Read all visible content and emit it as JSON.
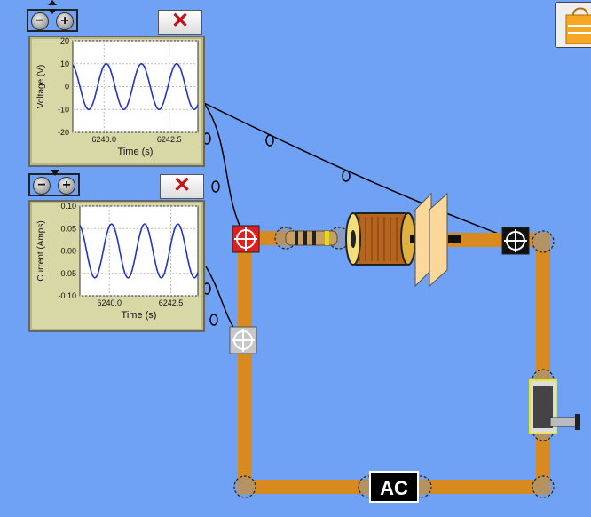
{
  "voltage_chart": {
    "type": "line",
    "ylabel": "Voltage (V)",
    "xlabel": "Time (s)",
    "yticks": [
      "20",
      "10",
      "0",
      "-10",
      "-20"
    ],
    "ytick_values": [
      20,
      10,
      0,
      -10,
      -20
    ],
    "xticks": [
      "6240.0",
      "6242.5"
    ],
    "xtick_values": [
      6240.0,
      6242.5
    ],
    "ylim": [
      -20,
      20
    ],
    "xlim": [
      6238.8,
      6243.6
    ],
    "amplitude": 10,
    "period": 1.35,
    "color": "#2233cc"
  },
  "current_chart": {
    "type": "line",
    "ylabel": "Current (Amps)",
    "xlabel": "Time (s)",
    "yticks": [
      "0.10",
      "0.05",
      "0.00",
      "-0.05",
      "-0.10"
    ],
    "ytick_values": [
      0.1,
      0.05,
      0.0,
      -0.05,
      -0.1
    ],
    "xticks": [
      "6240.0",
      "6242.5"
    ],
    "xtick_values": [
      6240.0,
      6242.5
    ],
    "ylim": [
      -0.1,
      0.1
    ],
    "xlim": [
      6238.8,
      6243.6
    ],
    "amplitude": 0.06,
    "period": 1.35,
    "color": "#2233cc"
  },
  "ui": {
    "zoom_out": "−",
    "zoom_in": "+",
    "close": "✕",
    "ac_label": "AC"
  },
  "colors": {
    "background": "#6fa1f5",
    "wire": "#d88a1e",
    "close_x": "#c0141b"
  }
}
